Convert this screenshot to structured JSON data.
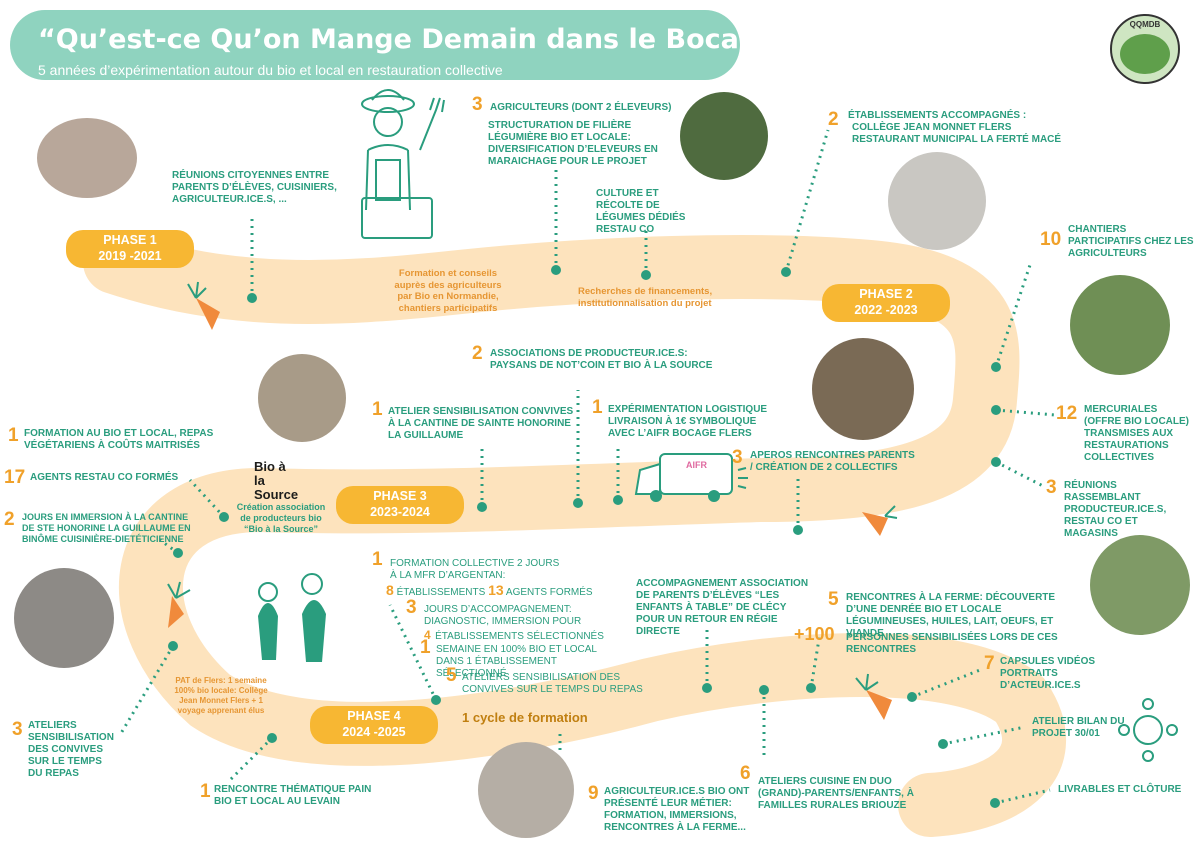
{
  "header": {
    "title": "“Qu’est-ce Qu’on Mange Demain dans le Bocage ?” QQMDB",
    "subtitle": "5 années d’expérimentation autour du bio et local en restauration collective",
    "logo_text": "QQMDB"
  },
  "phases": {
    "p1": {
      "name": "PHASE 1",
      "years": "2019 -2021"
    },
    "p2": {
      "name": "PHASE 2",
      "years": "2022 -2023"
    },
    "p3": {
      "name": "PHASE 3",
      "years": "2023-2024"
    },
    "p4": {
      "name": "PHASE 4",
      "years": "2024 -2025"
    }
  },
  "phase1": {
    "reunions": "RÉUNIONS CITOYENNES ENTRE PARENTS D’ÉLÈVES, CUISINIERS, AGRICULTEUR.ICE.S, ...",
    "agri_num": "3",
    "agri_title": "AGRICULTEURS (DONT 2 ÉLEVEURS)",
    "structuration": "STRUCTURATION DE FILIÈRE LÉGUMIÈRE BIO ET LOCALE: DIVERSIFICATION D’ELEVEURS EN MARAICHAGE POUR LE PROJET",
    "culture": "CULTURE ET RÉCOLTE DE LÉGUMES DÉDIÉS RESTAU CO",
    "formation_note": "Formation et conseils auprès des agriculteurs par Bio en Normandie, chantiers participatifs",
    "financement_note": "Recherches de financements, institutionnalisation du projet"
  },
  "phase2": {
    "etab_num": "2",
    "etab_title": "ÉTABLISSEMENTS ACCOMPAGNÉS :",
    "etab_items": [
      "COLLÈGE JEAN MONNET FLERS",
      "RESTAURANT MUNICIPAL LA FERTÉ MACÉ"
    ],
    "chantiers_num": "10",
    "chantiers": "CHANTIERS PARTICIPATIFS CHEZ LES AGRICULTEURS",
    "mercuriales_num": "12",
    "mercuriales": "MERCURIALES (OFFRE BIO LOCALE) TRANSMISES AUX RESTAURATIONS COLLECTIVES",
    "reunions_num": "3",
    "reunions": "RÉUNIONS RASSEMBLANT PRODUCTEUR.ICE.S, RESTAU CO ET MAGASINS"
  },
  "phase3": {
    "assoc_num": "2",
    "assoc": "ASSOCIATIONS DE PRODUCTEUR.ICE.S: PAYSANS DE NOT’COIN ET BIO À LA SOURCE",
    "atelier_num": "1",
    "atelier": "ATELIER SENSIBILISATION CONVIVES À LA CANTINE DE SAINTE HONORINE LA GUILLAUME",
    "logistique_num": "1",
    "logistique": "EXPÉRIMENTATION LOGISTIQUE LIVRAISON À 1€ SYMBOLIQUE AVEC L’AIFR BOCAGE FLERS",
    "aperos_num": "3",
    "aperos": "APEROS RENCONTRES PARENTS / CRÉATION DE 2 COLLECTIFS",
    "formation_num": "1",
    "formation": "FORMATION AU BIO ET LOCAL, REPAS VÉGÉTARIENS À COÛTS MAITRISÉS",
    "agents_num": "17",
    "agents": "AGENTS RESTAU CO FORMÉS",
    "jours_num": "2",
    "jours": "JOURS EN IMMERSION À LA CANTINE DE STE HONORINE LA GUILLAUME  EN BINÔME CUISINIÈRE-DIETÉTICIENNE",
    "bio_logo": "Bio à la Source",
    "creation_note": "Création association de producteurs bio “Bio à la Source”",
    "truck_label": "AIFR"
  },
  "phase4": {
    "fc_num": "1",
    "fc_line1": "FORMATION COLLECTIVE 2 JOURS",
    "fc_line2": "À LA MFR D’ARGENTAN:",
    "fc_etab_num": "8",
    "fc_etab": "ÉTABLISSEMENTS",
    "fc_agents_num": "13",
    "fc_agents": "AGENTS FORMÉS",
    "jours_num": "3",
    "jours": "JOURS D’ACCOMPAGNEMENT: DIAGNOSTIC, IMMERSION POUR",
    "jours_etab_num": "4",
    "jours_etab": "ÉTABLISSEMENTS SÉLECTIONNÉS",
    "semaine_num": "1",
    "semaine": "SEMAINE EN 100% BIO ET LOCAL DANS 1 ÉTABLISSEMENT SÉLECTIONNÉ",
    "ateliers5_num": "5",
    "ateliers5": "ATELIERS SENSIBILISATION DES CONVIVES SUR LE TEMPS DU REPAS",
    "cycle": "1 cycle de formation",
    "accomp": "ACCOMPAGNEMENT ASSOCIATION DE PARENTS D’ÉLÈVES “LES ENFANTS À TABLE” DE CLÉCY POUR UN RETOUR EN RÉGIE DIRECTE",
    "rencontres_num": "5",
    "rencontres": "RENCONTRES À LA FERME: DÉCOUVERTE D’UNE DENRÉE BIO ET LOCALE LÉGUMINEUSES, HUILES, LAIT, OEUFS, ET VIANDE",
    "personnes_num": "+100",
    "personnes": "PERSONNES SENSIBILISÉES LORS DE CES RENCONTRES",
    "capsules_num": "7",
    "capsules": "CAPSULES VIDÉOS PORTRAITS D’ACTEUR.ICE.S",
    "bilan": "ATELIER BILAN DU PROJET 30/01",
    "livrables": "LIVRABLES ET CLÔTURE",
    "ateliers3_num": "3",
    "ateliers3": "ATELIERS SENSIBILISATION DES CONVIVES SUR LE TEMPS DU REPAS",
    "pat_note": "PAT de Flers: 1 semaine 100% bio locale: Collège Jean Monnet Flers + 1 voyage apprenant élus",
    "pain_num": "1",
    "pain": "RENCONTRE THÉMATIQUE PAIN BIO ET LOCAL AU LEVAIN",
    "agri_num": "9",
    "agri": "AGRICULTEUR.ICE.S BIO ONT PRÉSENTÉ LEUR MÉTIER: FORMATION, IMMERSIONS, RENCONTRES À LA FERME...",
    "cuisine_num": "6",
    "cuisine": "ATELIERS CUISINE EN DUO (GRAND)-PARENTS/ENFANTS, À FAMILLES RURALES BRIOUZE"
  },
  "colors": {
    "teal": "#2a9d7e",
    "orange": "#f0a12a",
    "path": "#fde3bd",
    "banner": "#8fd3bf",
    "phase": "#f7b733"
  }
}
